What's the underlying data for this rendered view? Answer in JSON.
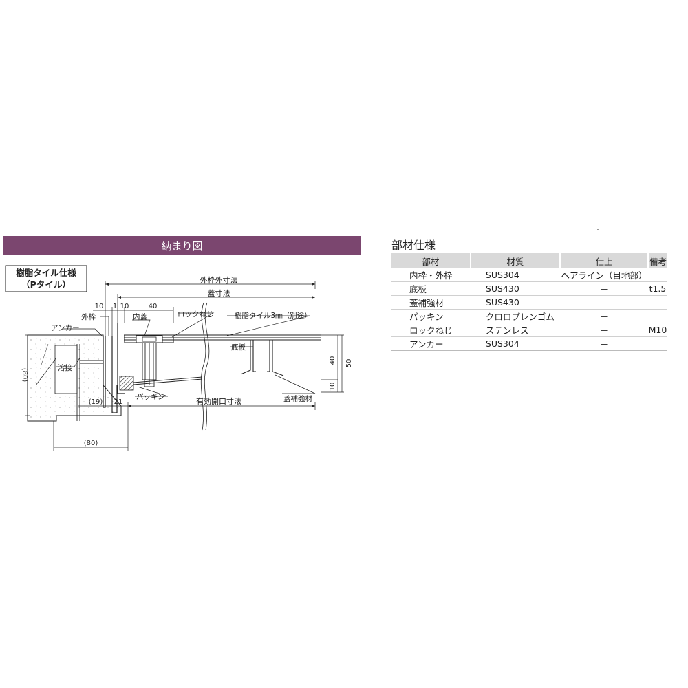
{
  "diagram": {
    "header": "納まり図",
    "spec_box": {
      "line1": "樹脂タイル仕様",
      "line2": "（Pタイル）"
    },
    "dim_labels": {
      "outer_frame_outer": "外枠外寸法",
      "lid": "蓋寸法",
      "d10": "10",
      "d1": "1",
      "d10b": "10",
      "d40": "40",
      "d40v": "40",
      "d50v": "50",
      "d10v": "10",
      "d80v": "(80)",
      "d19": "(19)",
      "d21": "21",
      "d80h": "(80)",
      "effective_opening": "有効開口寸法"
    },
    "part_labels": {
      "outer_frame": "外枠",
      "anchor": "アンカー",
      "inner_lid": "内蓋",
      "lock_screw": "ロックねじ",
      "resin_tile": "樹脂タイル3㎜（別途）",
      "bottom_plate": "底板",
      "weld": "溶接",
      "packing": "パッキン",
      "lid_reinforcement": "蓋補強材"
    }
  },
  "spec": {
    "title": "部材仕様",
    "headers": [
      "部材",
      "材質",
      "仕上",
      "備考"
    ],
    "rows": [
      [
        "内枠・外枠",
        "SUS304",
        "ヘアライン（目地部）",
        ""
      ],
      [
        "底板",
        "SUS430",
        "－",
        "t1.5"
      ],
      [
        "蓋補強材",
        "SUS430",
        "－",
        ""
      ],
      [
        "パッキン",
        "クロロプレンゴム",
        "－",
        ""
      ],
      [
        "ロックねじ",
        "ステンレス",
        "－",
        "M10"
      ],
      [
        "アンカー",
        "SUS304",
        "－",
        ""
      ]
    ]
  },
  "colors": {
    "header_bg": "#7b466f",
    "table_header_bg": "#d9d9d9"
  }
}
